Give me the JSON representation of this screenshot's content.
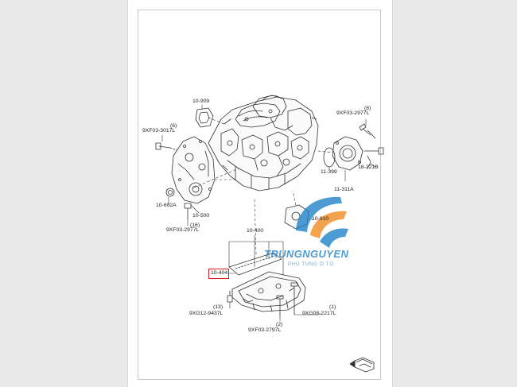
{
  "labels": {
    "l_10_909": "10-909",
    "l_9xf03_2977l_top": "9XF03-2977L",
    "l_8": "(8)",
    "l_9xf03_3017l": "9XF03-3017L",
    "l_6": "(6)",
    "l_11_399": "11-399",
    "l_18_221b": "18-221B",
    "l_11_311a": "11-311A",
    "l_10_602a": "10-602A",
    "l_10_500": "10-500",
    "l_16": "(16)",
    "l_9xf03_2977l_left": "9XF03-2977L",
    "l_10_910": "10-910",
    "l_10_400": "10-400",
    "l_10_404": "10-404",
    "l_13": "(13)",
    "l_9xg12_9437l": "9XG12-9437L",
    "l_1": "(1)",
    "l_9xg08_2217l": "9XG08-2217L",
    "l_2": "(2)",
    "l_9xf03_2797l": "9XF03-2797L"
  },
  "watermark": {
    "brand_a": "TRUNG",
    "brand_b": "NGUYEN",
    "tagline": "PHỤ TÙNG Ô TÔ"
  },
  "colors": {
    "highlight_box": "#d41c1c",
    "watermark_blue": "#1c7fc8",
    "watermark_orange": "#f08a1c",
    "line_art": "#333333"
  },
  "icons": {
    "front_arrow": "front-direction-arrow-icon",
    "watermark_logo": "trung-nguyen-logo"
  }
}
